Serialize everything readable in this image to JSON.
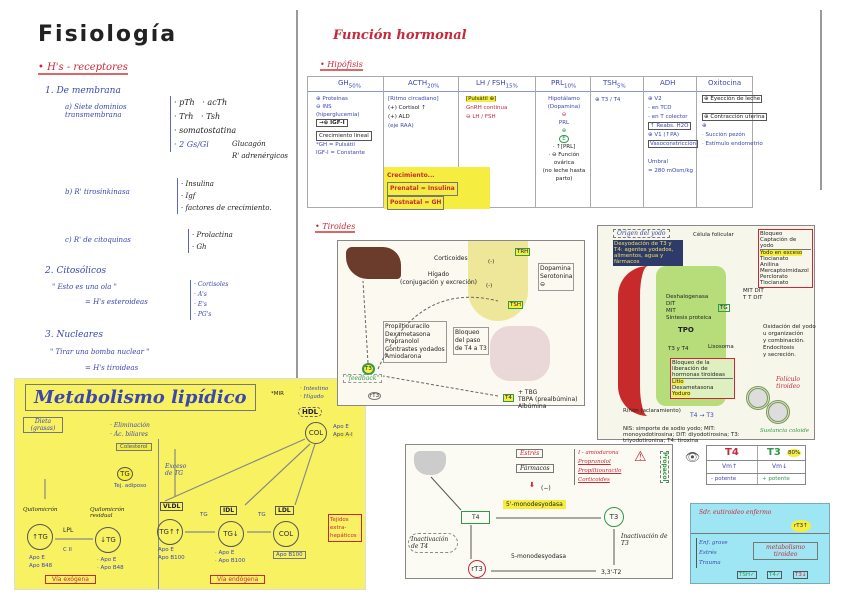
{
  "left": {
    "title": "Fisiología",
    "section": "• H's - receptores",
    "s1": "1. De membrana",
    "s1a": "a) Siete dominios transmembrana",
    "s1a_items": [
      "· pTh",
      "· acTh",
      "· Trh",
      "· Tsh",
      "· somatostatina",
      "· 2 Gs/Gi"
    ],
    "s1a_arrow": [
      "Glucagón",
      "R' adrenérgicos"
    ],
    "s1b": "b) R' tirosinkinasa",
    "s1b_items": [
      "· Insulina",
      "· Igf",
      "· factores de crecimiento."
    ],
    "s1c": "c) R' de citoquinas",
    "s1c_items": [
      "· Prolactina",
      "· Gh"
    ],
    "s2": "2. Citosólicos",
    "s2_quote": "\" Esto es una ola \"",
    "s2_eq": "= H's esteroideas",
    "s2_items": [
      "· Cortisoles",
      "· A's",
      "· E's",
      "· PG's"
    ],
    "s3": "3. Nucleares",
    "s3_quote": "\" Tirar una bomba nuclear \"",
    "s3_eq": "= H's tiroideas"
  },
  "lipid": {
    "title": "Metabolismo lipídico",
    "mark": "*MIR",
    "dieta": "Dieta (grasas)",
    "elim": [
      "· Eliminación",
      "· Ác. biliares"
    ],
    "colesterol": "Colesterol",
    "tg_adip": "TG",
    "tej_adip": "Tej. adiposo",
    "exceso": "Exceso de TG",
    "quilo": "Quilomicrón",
    "quilo_res": "Quilomicrón residual",
    "lpl": "LPL",
    "c2": "C II",
    "tg_up": "↑TG",
    "tg_down": "↓TG",
    "apo1": [
      "Apo E",
      "Apo B48"
    ],
    "apo2": [
      "· Apo E",
      "· Apo B48"
    ],
    "vldl": "VLDL",
    "idl": "IDL",
    "ldl": "LDL",
    "hdl": "HDL",
    "tg": "TG",
    "vldl_c": "TG↑↑",
    "idl_c": "TG↓",
    "ldl_c": "COL",
    "hdl_c": "COL",
    "apo_vldl": [
      "Apo E",
      "Apo B100"
    ],
    "apo_idl": [
      "· Apo E",
      "· Apo B100"
    ],
    "apo_ldl": "Apo B100",
    "hdl_src": [
      "· Intestino",
      "· Hígado"
    ],
    "apo_hdl": [
      "Apo E",
      "Apo A-I"
    ],
    "tejidos": "Tejidos extra-hepáticos",
    "via_ex": "Vía exógena",
    "via_en": "Vía endógena"
  },
  "right": {
    "title": "Función hormonal",
    "hipofisis": "• Hipófisis",
    "tiroides": "• Tiroides"
  },
  "hipofisis_table": {
    "headers": [
      {
        "h": "GH",
        "s": "50%"
      },
      {
        "h": "ACTH",
        "s": "20%"
      },
      {
        "h": "LH / FSH",
        "s": "15%"
      },
      {
        "h": "PRL",
        "s": "10%"
      },
      {
        "h": "TSH",
        "s": "5%"
      },
      {
        "h": "ADH",
        "s": ""
      },
      {
        "h": "Oxitocina",
        "s": ""
      }
    ],
    "gh": [
      "⊕ Proteínas",
      "⊖ INS",
      "(hiperglucemia)",
      "→⊕ IGF-I",
      "Crecimiento lineal",
      "*GH = Pulsátil",
      "IGF-I = Constante"
    ],
    "acth": [
      "[Ritmo circadiano]",
      "(+) Cortisol ↑",
      "(+) ALD",
      "(eje RAA)"
    ],
    "lhfsh": [
      "[Pulsátil ⊕]",
      "GnRH continua",
      "⊖ LH / FSH"
    ],
    "crec": [
      "Crecimiento...",
      "Prenatal = Insulina",
      "Postnatal = GH"
    ],
    "prl": [
      "Hipotálamo",
      "(Dopamina)",
      "⊖",
      "PRL",
      "⊕",
      "E",
      "· ↑[PRL]",
      "· ⊖ Función ovárica",
      "(no leche hasta parto)"
    ],
    "tsh": [
      "⊕ T3 / T4"
    ],
    "adh": [
      "⊕ V2",
      "- en TCD",
      "- en T colector",
      "↑ Reabs. H2O",
      "⊕ V1 (↑PA)",
      "Vasoconstricción",
      "Umbral",
      "= 280 mOsm/kg"
    ],
    "oxi": [
      "⊕ Eyección de leche",
      "⊕ Contracción uterina",
      "⊕",
      "· Succión pezón",
      "· Estímulo endometrio"
    ]
  },
  "fig1": {
    "labels": [
      "Hígado",
      "(conjugación y excreción)",
      "Corticoides",
      "TRH",
      "TSH",
      "Dopamina",
      "Serotonina",
      "⊖",
      "(-)",
      "(-)"
    ],
    "drugs": [
      "Propiltiouracilo",
      "Dexametasona",
      "Propranolol",
      "Contrastes yodados",
      "Amiodarona"
    ],
    "block": [
      "Bloqueo",
      "del paso",
      "de T4 a T3"
    ],
    "t3": "T3",
    "rt3": "rT3",
    "feedback": "\"feedback\"",
    "t4": "T4",
    "carriers": [
      "+ TBG",
      "TBPA (prealbúmina)",
      "Albúmina"
    ]
  },
  "fig2": {
    "origin": "Origen del yodo",
    "desc": "Desyodación de T3 y T4: agentes yodados, alimentos, agua y fármacos",
    "cell": "Célula folicular",
    "block1_title": "Bloqueo Captación de yodo",
    "block1": [
      "Yodo en exceso",
      "Tiocianato",
      "Anilina",
      "Mercaptoimidazol",
      "Perclorato",
      "Tiocianato"
    ],
    "labels": [
      "Deshalogenasa",
      "DIT",
      "MIT",
      "Síntesis proteica",
      "TG",
      "TPO",
      "T3 y T4",
      "Lisosoma",
      "MIT",
      "DIT",
      "T",
      "T",
      "DIT"
    ],
    "ox": [
      "Oxidación del yodo",
      "u organización",
      "y combinación.",
      "Endocitosis",
      "y secreción."
    ],
    "block2_title": "Bloqueo de la liberación de hormonas tiroideas",
    "block2": [
      "Litio",
      "Dexametasona",
      "Yoduro"
    ],
    "foliculo": "Folículo tiroideo",
    "coloide": "Sustancia coloide",
    "rinon": "Riñón (aclaramiento)",
    "t4t3": "T4 → T3",
    "legend": "NIS: simporte de sodio yodo; MIT: monoyodotirosina; DIT: diyodotirosina; T3: triyodotironina; T4: tiroxina"
  },
  "fig3": {
    "estres": "Estrés",
    "farmacos": "Fármacos",
    "drugs": [
      "I - amiodarona",
      "Propranolol",
      "Propiltiouracilo",
      "Corticoides"
    ],
    "inhib": "(−)",
    "enzyme": "5'-monodesyodasa",
    "t4": "T4",
    "t3": "T3",
    "rt3": "rT3",
    "t2": "3,3'-T2",
    "enzyme2": "5-monodesyodasa",
    "inact_t4": "Inactivación de T4",
    "inact_t3": "Inactivación de T3",
    "mnemo": "Propacol"
  },
  "t4t3_table": {
    "headers": [
      "T4",
      "T3"
    ],
    "badge": "80%",
    "row1": [
      "Vm↑",
      "Vm↓"
    ],
    "row2": [
      "- potente",
      "+ potente"
    ]
  },
  "eutiroideo": {
    "title": "Sdr. eutiroideo enfermo",
    "badge": "rT3↑",
    "causes": [
      "Enf. grave",
      "Estrés",
      "Trauma"
    ],
    "result": "metabolismo tiroideo",
    "labs": [
      "TSH✓",
      "T4✓",
      "T3↓"
    ]
  }
}
